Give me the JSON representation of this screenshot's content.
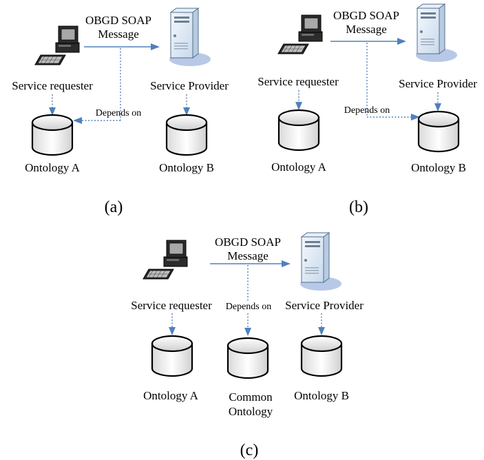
{
  "panels": [
    {
      "caption": "(a)",
      "message": [
        "OBGD SOAP",
        "Message"
      ],
      "requester": "Service requester",
      "provider": "Service Provider",
      "depends": "Depends on",
      "ontology_left": "Ontology A",
      "ontology_right": "Ontology B"
    },
    {
      "caption": "(b)",
      "message": [
        "OBGD SOAP",
        "Message"
      ],
      "requester": "Service requester",
      "provider": "Service Provider",
      "depends": "Depends on",
      "ontology_left": "Ontology A",
      "ontology_right": "Ontology B"
    },
    {
      "caption": "(c)",
      "message": [
        "OBGD SOAP",
        "Message"
      ],
      "requester": "Service requester",
      "provider": "Service Provider",
      "depends": "Depends on",
      "ontology_left": "Ontology A",
      "ontology_middle": [
        "Common",
        "Ontology"
      ],
      "ontology_right": "Ontology B"
    }
  ],
  "colors": {
    "arrow": "#4f81bd",
    "server_body": "#dce8f4",
    "server_shadow": "#b7c9e6"
  },
  "icons": {
    "requester": "computer-icon",
    "provider": "server-icon",
    "ontology": "database-icon"
  }
}
